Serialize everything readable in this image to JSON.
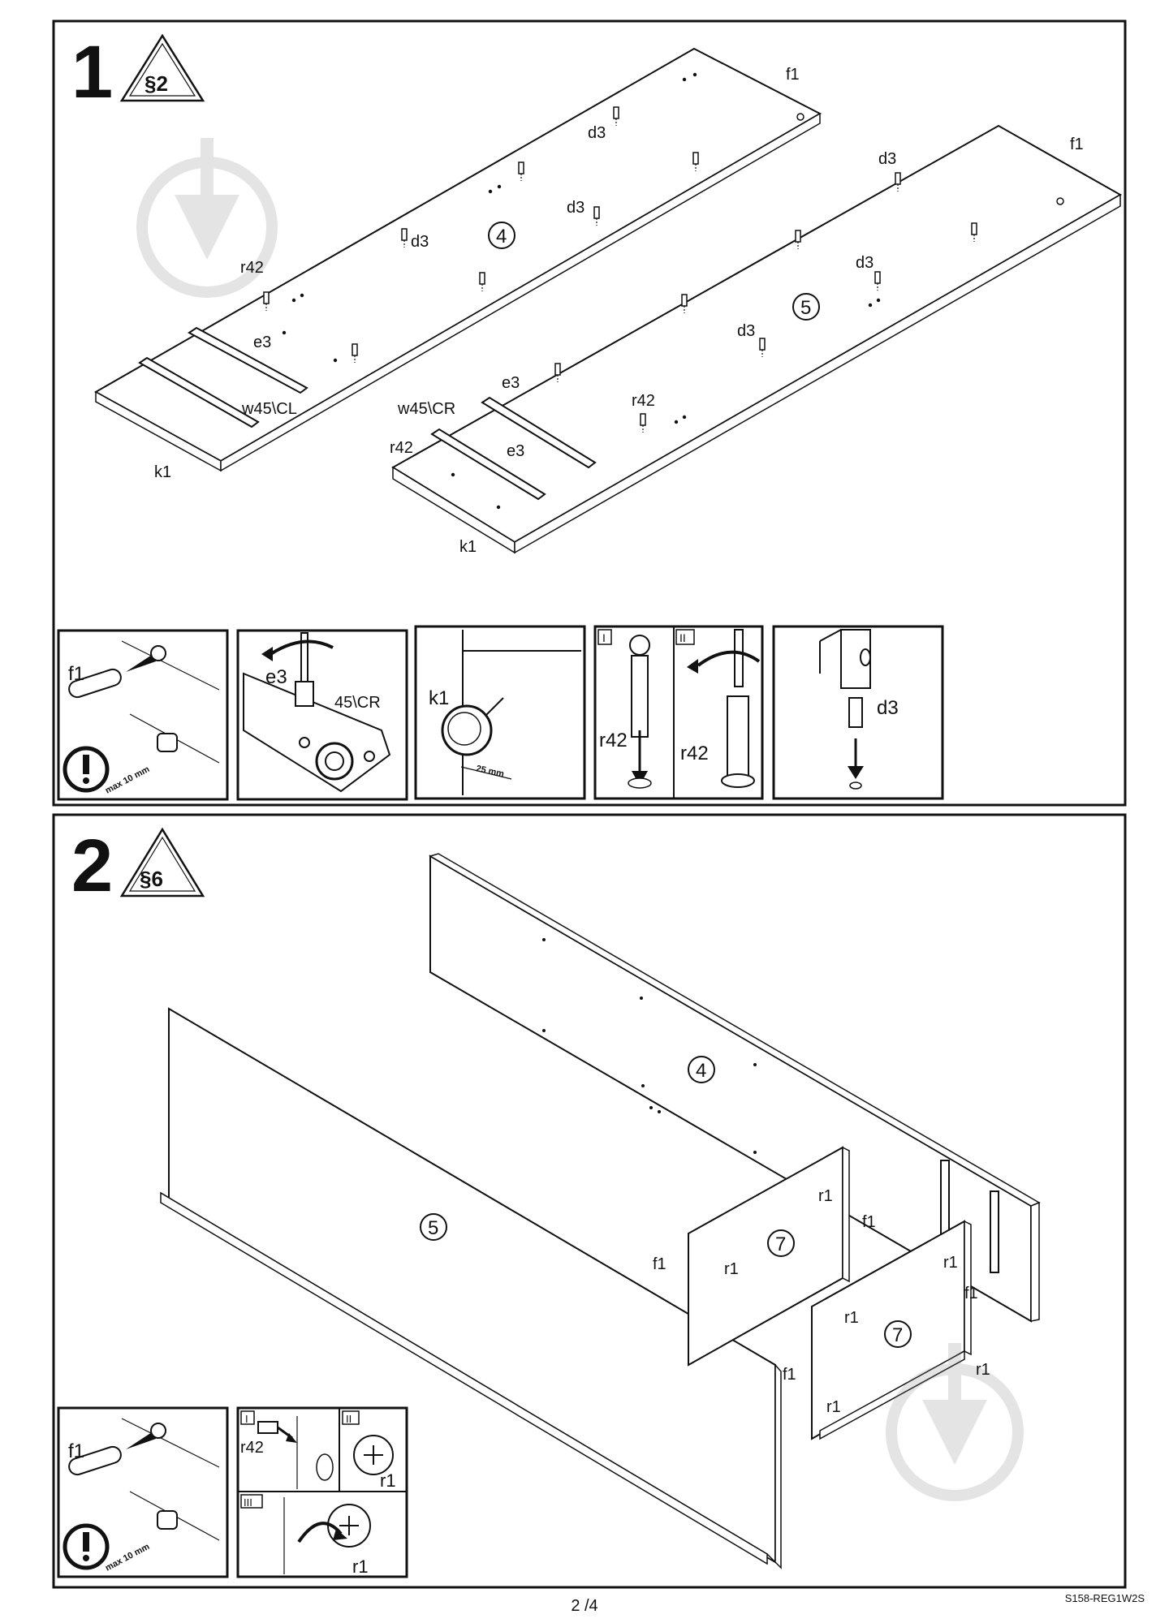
{
  "step1": {
    "number": "1",
    "people_badge": "§2",
    "parts": {
      "panel_top": "4",
      "panel_bottom": "5"
    },
    "labels": {
      "f1_a": "f1",
      "f1_b": "f1",
      "d3_a": "d3",
      "d3_b": "d3",
      "d3_c": "d3",
      "d3_d": "d3",
      "d3_e": "d3",
      "d3_f": "d3",
      "r42_a": "r42",
      "r42_b": "r42",
      "r42_c": "r42",
      "e3_a": "e3",
      "e3_b": "e3",
      "e3_c": "e3",
      "w45cl": "w45\\CL",
      "w45cr": "w45\\CR",
      "k1_a": "k1",
      "k1_b": "k1"
    },
    "details": {
      "f1": {
        "label": "f1",
        "note": "max 10 mm"
      },
      "e3": {
        "label": "e3",
        "rail": "45\\CR"
      },
      "k1": {
        "label": "k1",
        "dim": "25 mm"
      },
      "r42": {
        "label": "r42",
        "stage1": "I",
        "stage2": "II",
        "label2": "r42"
      },
      "d3": {
        "label": "d3"
      }
    }
  },
  "step2": {
    "number": "2",
    "people_badge": "§6",
    "parts": {
      "back_panel": "4",
      "front_panel": "5",
      "divider_left": "7",
      "divider_right": "7"
    },
    "labels": {
      "r1_a": "r1",
      "r1_b": "r1",
      "r1_c": "r1",
      "r1_d": "r1",
      "r1_e": "r1",
      "r1_f": "r1",
      "f1_a": "f1",
      "f1_b": "f1",
      "f1_c": "f1",
      "f1_d": "f1"
    },
    "details": {
      "f1": {
        "label": "f1",
        "note": "max 10 mm"
      },
      "cam": {
        "stage1": "I",
        "stage2": "II",
        "stage3": "III",
        "r42": "r42",
        "r1_a": "r1",
        "r1_b": "r1"
      }
    }
  },
  "footer": {
    "page": "2 /4",
    "code": "S158-REG1W2S"
  }
}
